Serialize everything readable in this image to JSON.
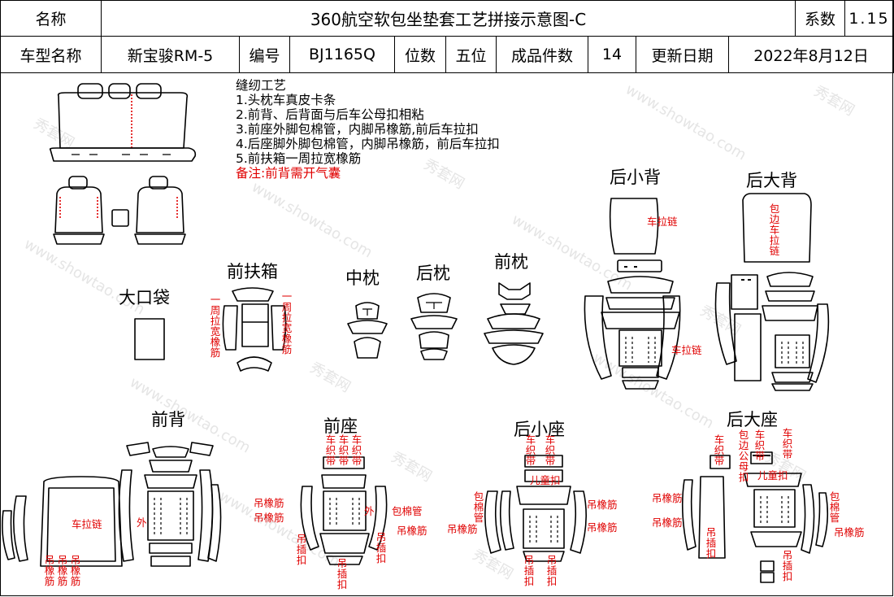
{
  "header": {
    "row1": {
      "name_label": "名称",
      "title": "360航空软包坐垫套工艺拼接示意图-C",
      "coef_label": "系数",
      "coef_value": "1.15"
    },
    "row2": {
      "model_label": "车型名称",
      "model_value": "新宝骏RM-5",
      "code_label": "编号",
      "code_value": "BJ1165Q",
      "seats_label": "位数",
      "seats_value": "五位",
      "pieces_label": "成品件数",
      "pieces_value": "14",
      "update_label": "更新日期",
      "update_value": "2022年8月12日"
    }
  },
  "notes": {
    "title": "缝纫工艺",
    "items": [
      "1.头枕车真皮卡条",
      "2.前背、后背面与后车公母扣相粘",
      "3.前座外脚包棉管，内脚吊橡筋,前后车拉扣",
      "4.后座脚外脚包棉管，内脚吊橡筋，前后车拉扣",
      "5.前扶箱一周拉宽橡筋"
    ],
    "remark": "备注:前背需开气囊"
  },
  "sections": {
    "rear_small_back": "后小背",
    "rear_big_back": "后大背",
    "front_armrest": "前扶箱",
    "middle_pillow": "中枕",
    "rear_pillow": "后枕",
    "front_pillow": "前枕",
    "big_pocket": "大口袋",
    "front_back": "前背",
    "front_seat": "前座",
    "rear_small_seat": "后小座",
    "rear_big_seat": "后大座"
  },
  "annotations": {
    "sew_zipper": "车拉链",
    "wrap_edge_sew_zipper": "包边车拉链",
    "loop_wide_elastic": "一周拉宽橡筋",
    "hang_elastic": "吊橡筋",
    "wrap_cotton_tube": "包棉管",
    "hang_clip": "吊插扣",
    "sew_woven_strap": "车织带",
    "child_buckle": "儿童扣",
    "wrap_edge_male_female": "包边公母扣",
    "outer": "外"
  },
  "watermark": {
    "cn": "秀套网",
    "url": "www.showtao.com"
  }
}
